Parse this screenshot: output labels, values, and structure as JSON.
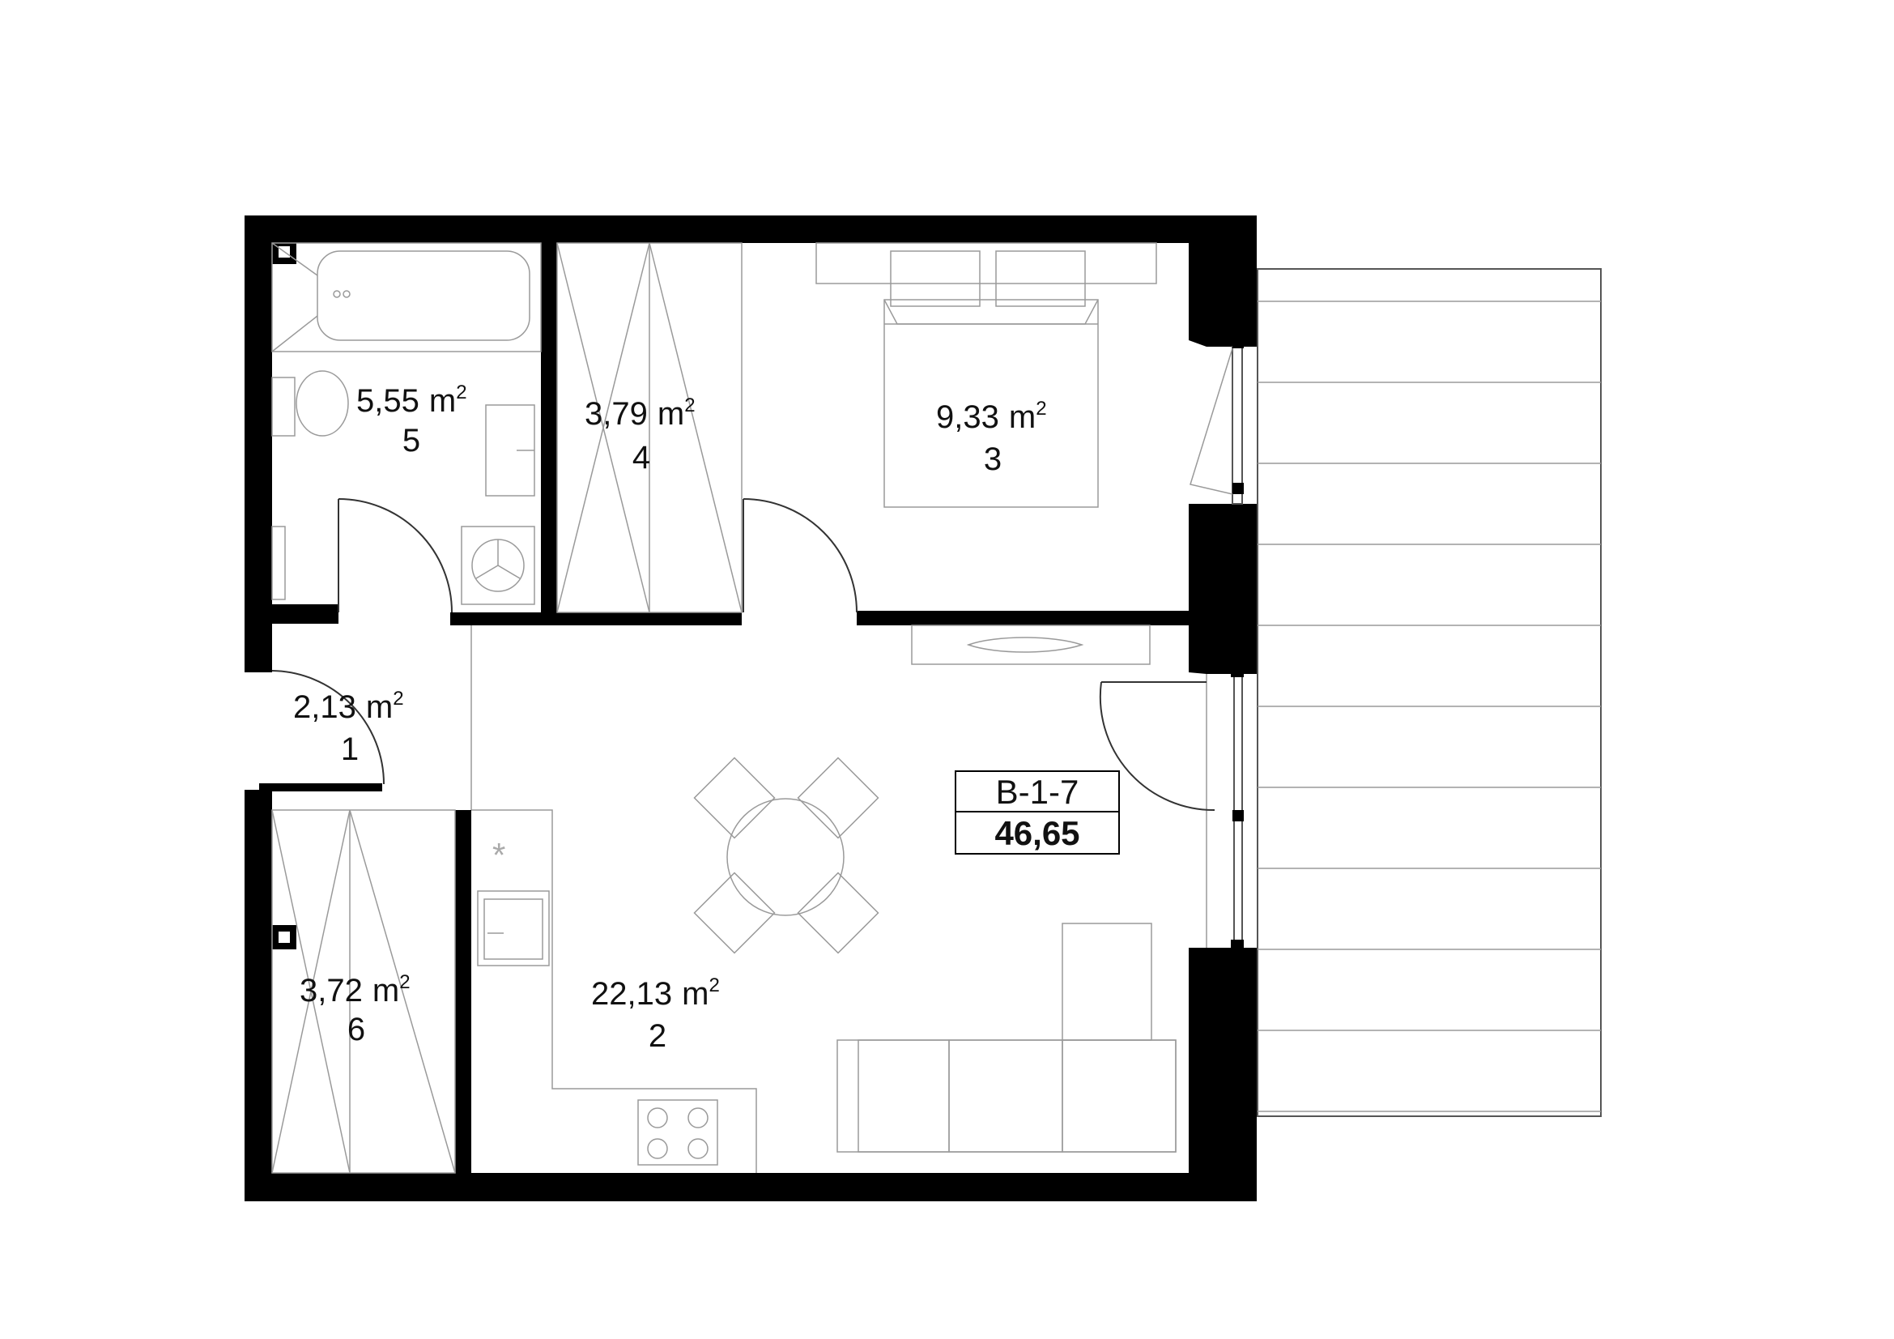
{
  "unit_label": {
    "code": "B-1-7",
    "total_area": "46,65"
  },
  "rooms": [
    {
      "id": "room-1",
      "area": "2,13",
      "unit": "m",
      "exp": "2",
      "number": "1"
    },
    {
      "id": "room-2",
      "area": "22,13",
      "unit": "m",
      "exp": "2",
      "number": "2"
    },
    {
      "id": "room-3",
      "area": "9,33",
      "unit": "m",
      "exp": "2",
      "number": "3"
    },
    {
      "id": "room-4",
      "area": "3,79",
      "unit": "m",
      "exp": "2",
      "number": "4"
    },
    {
      "id": "room-5",
      "area": "5,55",
      "unit": "m",
      "exp": "2",
      "number": "5"
    },
    {
      "id": "room-6",
      "area": "3,72",
      "unit": "m",
      "exp": "2",
      "number": "6"
    }
  ],
  "colors": {
    "wall": "#000000",
    "furniture_line": "#9a9a9a",
    "background": "#ffffff"
  }
}
